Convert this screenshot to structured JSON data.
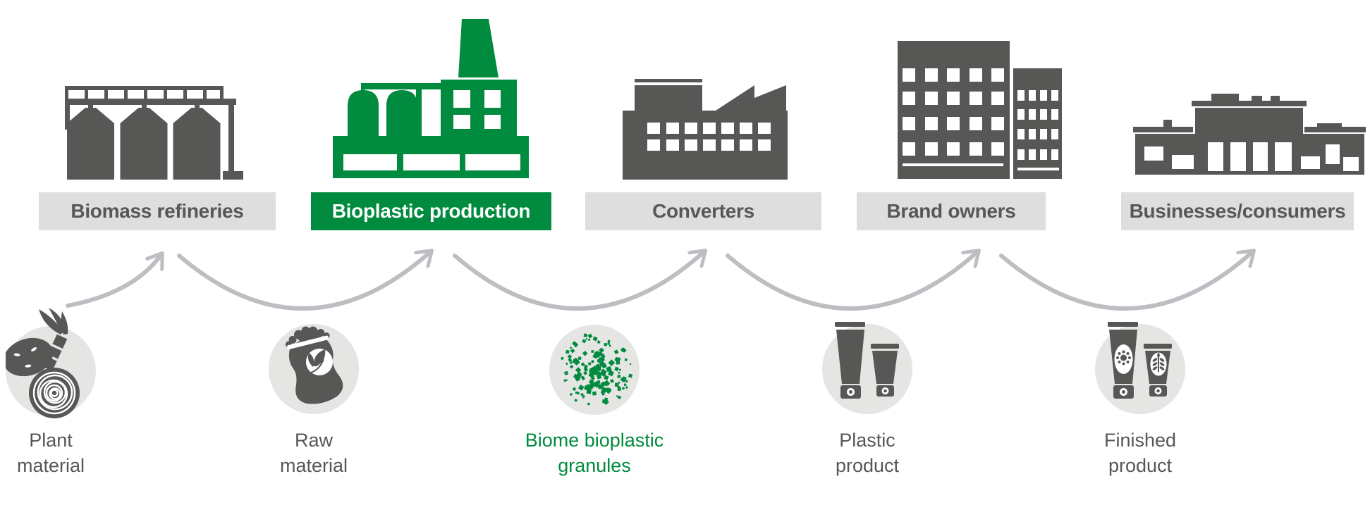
{
  "colors": {
    "icon_gray": "#575756",
    "label_bg": "#dedede",
    "circle_bg": "#e5e5e4",
    "arrow_gray": "#bdbec2",
    "green": "#008b3e",
    "label_text_on_green": "#ffffff"
  },
  "stages": [
    {
      "label": "Biomass refineries",
      "icon": "biomass-silos-icon",
      "highlighted": false
    },
    {
      "label": "Bioplastic production",
      "icon": "bioplastic-factory-icon",
      "highlighted": true
    },
    {
      "label": "Converters",
      "icon": "converter-factory-icon",
      "highlighted": false
    },
    {
      "label": "Brand owners",
      "icon": "brand-buildings-icon",
      "highlighted": false
    },
    {
      "label": "Businesses/consumers",
      "icon": "retail-building-icon",
      "highlighted": false
    }
  ],
  "materials": [
    {
      "line1": "Plant",
      "line2": "material",
      "icon": "plant-material-icon",
      "text_green": false
    },
    {
      "line1": "Raw",
      "line2": "material",
      "icon": "raw-material-sack-icon",
      "text_green": false
    },
    {
      "line1": "Biome bioplastic",
      "line2": "granules",
      "icon": "bioplastic-granules-icon",
      "text_green": true
    },
    {
      "line1": "Plastic",
      "line2": "product",
      "icon": "plastic-tubes-icon",
      "text_green": false
    },
    {
      "line1": "Finished",
      "line2": "product",
      "icon": "finished-tubes-icon",
      "text_green": false
    }
  ]
}
